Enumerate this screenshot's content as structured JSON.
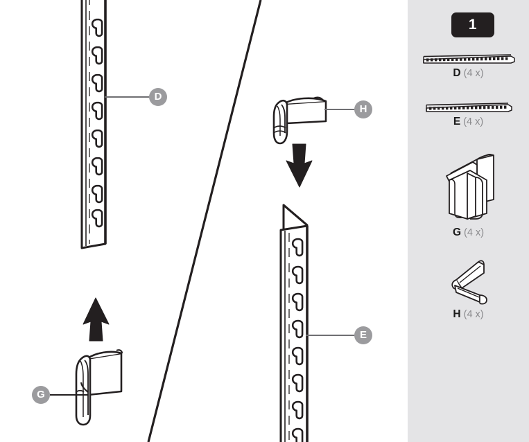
{
  "step": {
    "number": "1"
  },
  "parts_list": [
    {
      "code": "D",
      "quantity": "(4 x)",
      "icon": "rail-strip-long-icon",
      "name": "part-d-rail"
    },
    {
      "code": "E",
      "quantity": "(4 x)",
      "icon": "rail-strip-short-icon",
      "name": "part-e-rail"
    },
    {
      "code": "G",
      "quantity": "(4 x)",
      "icon": "bracket-clip-wide-icon",
      "name": "part-g-bracket"
    },
    {
      "code": "H",
      "quantity": "(4 x)",
      "icon": "bracket-clip-angled-icon",
      "name": "part-h-bracket"
    }
  ],
  "illustration": {
    "callouts": [
      {
        "label": "D",
        "name": "callout-d",
        "target": "left-rail-d"
      },
      {
        "label": "E",
        "name": "callout-e",
        "target": "right-rail-e"
      },
      {
        "label": "G",
        "name": "callout-g",
        "target": "bracket-g"
      },
      {
        "label": "H",
        "name": "callout-h",
        "target": "bracket-h"
      }
    ],
    "arrows": [
      {
        "name": "arrow-up-insert-g",
        "direction": "up"
      },
      {
        "name": "arrow-down-insert-h",
        "direction": "down"
      }
    ]
  },
  "colors": {
    "sidebar_background": "#e4e4e6",
    "page_background": "#ffffff",
    "badge_background": "#231f20",
    "badge_text": "#ffffff",
    "callout_background": "#9b9b9e",
    "callout_text": "#ffffff",
    "line_stroke": "#231f20",
    "leader_line": "#6f6f72",
    "label_code": "#1a1a1a",
    "label_quantity": "#8b8b8e"
  }
}
